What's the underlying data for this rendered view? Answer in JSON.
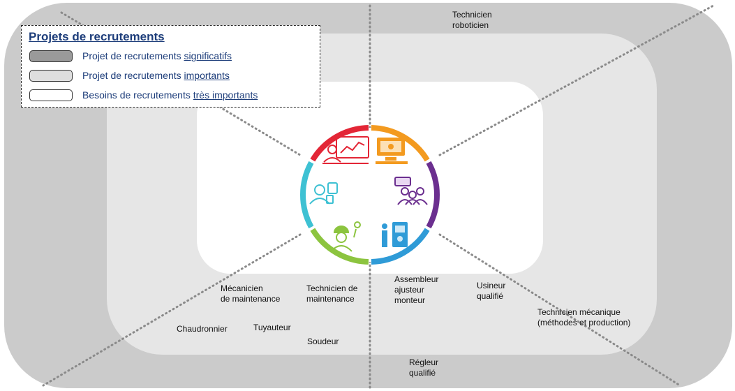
{
  "legend": {
    "title": "Projets de recrutements",
    "items": [
      {
        "prefix": "Projet de recrutements ",
        "emphasis": "significatifs",
        "color": "#9a9a9a"
      },
      {
        "prefix": "Projet de recrutements ",
        "emphasis": "importants",
        "color": "#dedede"
      },
      {
        "prefix": "Besoins de recrutements ",
        "emphasis": "très importants",
        "color": "#ffffff"
      }
    ]
  },
  "zone_colors": {
    "outer": "#cbcbcb",
    "middle": "#e6e6e6",
    "inner": "#ffffff"
  },
  "wheel": {
    "segments": [
      {
        "color": "#e32636",
        "icon": "data-analyst-screen-icon"
      },
      {
        "color": "#f39a1f",
        "icon": "computer-workstation-icon"
      },
      {
        "color": "#6b2f8f",
        "icon": "team-meeting-icon"
      },
      {
        "color": "#2f9bd7",
        "icon": "machine-operator-icon"
      },
      {
        "color": "#8cc43f",
        "icon": "worker-helmet-wrench-icon"
      },
      {
        "color": "#3ec1d3",
        "icon": "technician-tablet-icon"
      }
    ]
  },
  "jobs": {
    "technicien_roboticien": "Technicien\nroboticien",
    "mecanicien_maintenance": "Mécanicien\nde maintenance",
    "technicien_maintenance": "Technicien de\nmaintenance",
    "assembleur": "Assembleur\najusteur\nmonteur",
    "usineur": "Usineur\nqualifié",
    "technicien_mecanique": "Technicien mécanique\n(méthodes et production)",
    "chaudronnier": "Chaudronnier",
    "tuyauteur": "Tuyauteur",
    "soudeur": "Soudeur",
    "regleur": "Régleur\nqualifié"
  }
}
